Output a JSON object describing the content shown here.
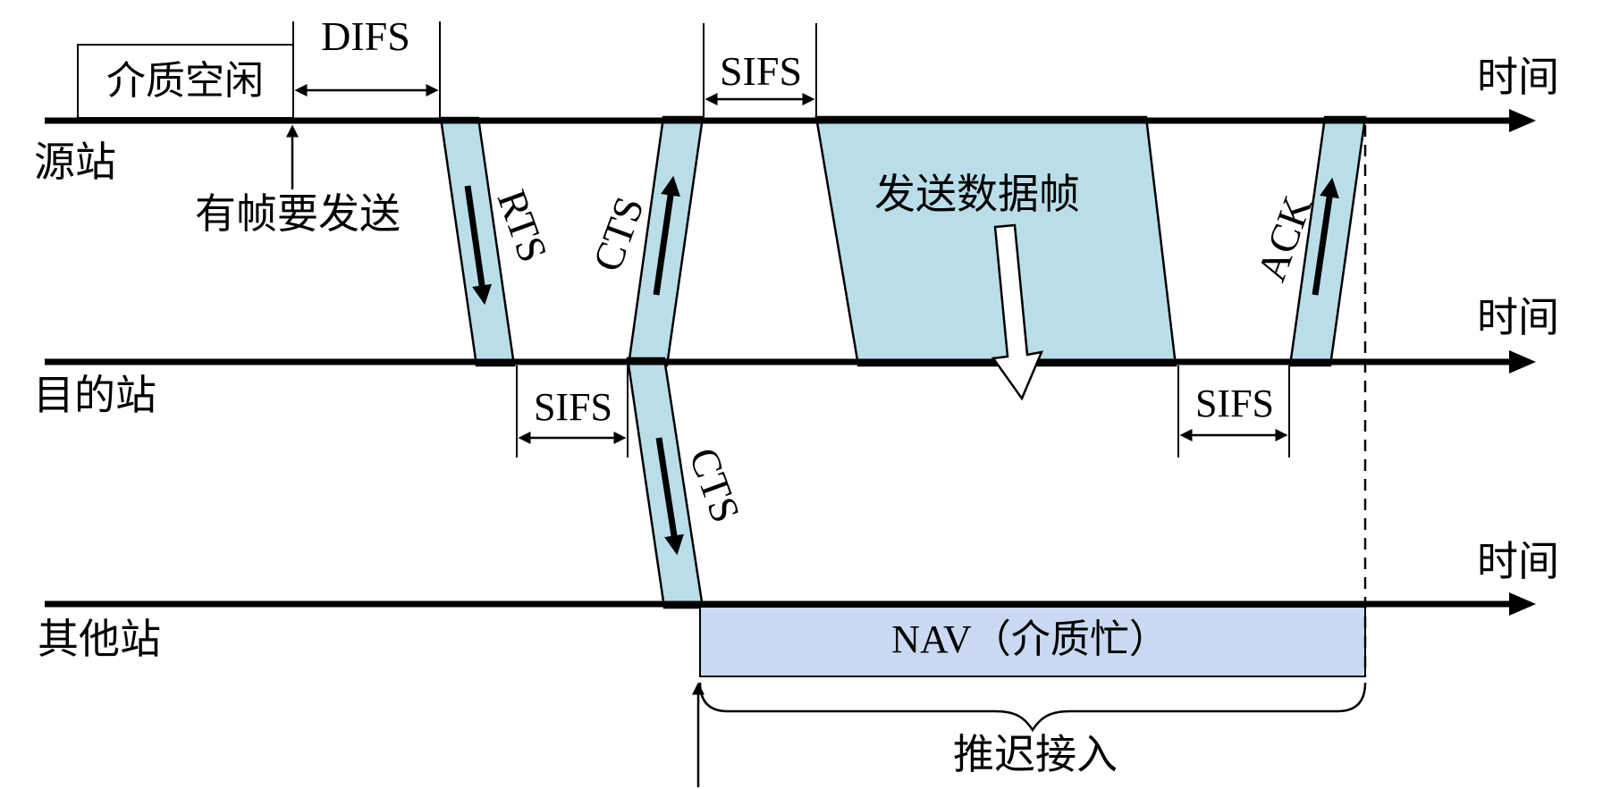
{
  "diagram": {
    "stations": {
      "source": "源站",
      "destination": "目的站",
      "others": "其他站"
    },
    "time_label": "时间",
    "medium_idle_label": "介质空闲",
    "frame_to_send_label": "有帧要发送",
    "intervals": {
      "difs": "DIFS",
      "sifs": "SIFS"
    },
    "frames": {
      "rts": "RTS",
      "cts": "CTS",
      "data": "发送数据帧",
      "ack": "ACK"
    },
    "nav_label": "NAV（介质忙）",
    "defer_label": "推迟接入",
    "colors": {
      "frame_fill": "#b9dee9",
      "nav_fill": "#c9d9f1",
      "line": "#000000"
    }
  }
}
